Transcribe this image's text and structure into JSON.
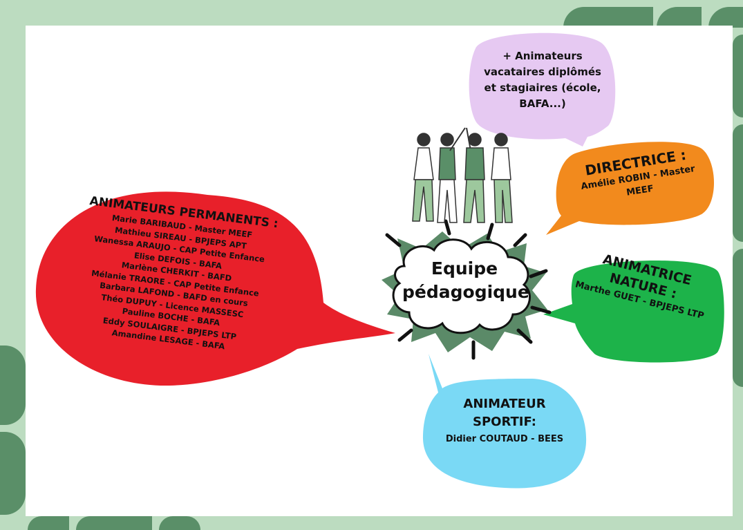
{
  "colors": {
    "background": "#bcdcc0",
    "deco_green": "#5a8f68",
    "card": "#ffffff",
    "red_bubble": "#e8202a",
    "lilac_bubble": "#e6c9f2",
    "orange_bubble": "#f28a1d",
    "green_bubble": "#1db34a",
    "blue_bubble": "#7ad9f5",
    "burst": "#5b8a68"
  },
  "center": {
    "line1": "Equipe",
    "line2": "pédagogique",
    "icon": "team-high-five-illustration"
  },
  "vacataires": {
    "text": [
      "+ Animateurs",
      "vacataires diplômés",
      "et stagiaires (école,",
      "BAFA...)"
    ]
  },
  "directrice": {
    "title": "DIRECTRICE :",
    "lines": [
      "Amélie ROBIN - Master",
      "MEEF"
    ]
  },
  "nature": {
    "title_lines": [
      "ANIMATRICE",
      "NATURE :"
    ],
    "line": "Marthe GUET - BPJEPS LTP"
  },
  "sportif": {
    "title_lines": [
      "ANIMATEUR",
      "SPORTIF:"
    ],
    "line": "Didier COUTAUD - BEES"
  },
  "permanents": {
    "title": "ANIMATEURS PERMANENTS :",
    "members": [
      "Marie BARIBAUD - Master MEEF",
      "Mathieu SIREAU - BPJEPS APT",
      "Wanessa ARAUJO - CAP Petite Enfance",
      "Elise DEFOIS - BAFA",
      "Marlène CHERKIT - BAFD",
      "Mélanie TRAORE - CAP Petite Enfance",
      "Barbara LAFOND - BAFD en cours",
      "Théo DUPUY - Licence MASSESC",
      "Pauline BOCHE - BAFA",
      "Eddy SOULAIGRE - BPJEPS LTP",
      "Amandine LESAGE - BAFA"
    ]
  }
}
